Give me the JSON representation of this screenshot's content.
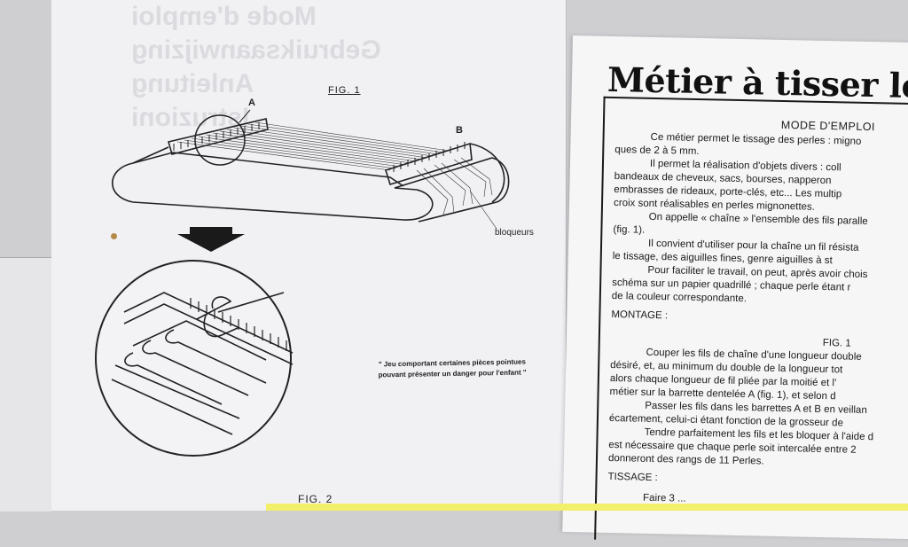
{
  "left_page": {
    "ghost_text": [
      "Mode d'emploi",
      "Gebruiksaanwijzing",
      "Anleitung",
      "Istruzioni"
    ],
    "fig1_label": "FIG. 1",
    "fig2_label": "FIG. 2",
    "label_a": "A",
    "label_b": "B",
    "bloqueurs_label": "bloqueurs",
    "warning_line1": "\" Jeu comportant certaines pièces pointues",
    "warning_line2": "pouvant présenter un danger pour l'enfant \""
  },
  "right_page": {
    "title": "Métier à tisser les",
    "mode_emploi": "MODE D'EMPLOI",
    "paragraphs": [
      "Ce métier permet le tissage des perles : migno",
      "ques de 2 à 5 mm.",
      "Il permet la réalisation d'objets divers : coll",
      "bandeaux de cheveux, sacs, bourses, napperon",
      "embrasses de rideaux, porte-clés, etc... Les multip",
      "croix sont réalisables en perles mignonettes.",
      "On appelle « chaîne » l'ensemble des fils paralle",
      "(fig. 1).",
      "Il convient d'utiliser pour la chaîne un fil résista",
      "le tissage, des aiguilles fines, genre aiguilles à st",
      "Pour faciliter le travail, on peut, après avoir chois",
      "schéma sur un papier quadrillé ; chaque perle étant r",
      "de la couleur correspondante."
    ],
    "montage_heading": "MONTAGE :",
    "fig1_ref": "FIG. 1",
    "montage_lines": [
      "Couper les fils de chaîne d'une longueur double",
      "désiré, et, au minimum du double de la longueur tot",
      "alors chaque longueur de fil pliée par la moitié et l'",
      "métier sur la barrette dentelée A (fig. 1), et selon d",
      "Passer les fils dans les barrettes A et B en veillan",
      "écartement, celui-ci étant fonction de la grosseur de",
      "Tendre parfaitement les fils et les bloquer à l'aide d",
      "est nécessaire que chaque perle soit intercalée entre 2",
      "donneront des rangs de 11 Perles."
    ],
    "tissage_heading": "TISSAGE :",
    "tissage_start": "Faire 3 ..."
  }
}
